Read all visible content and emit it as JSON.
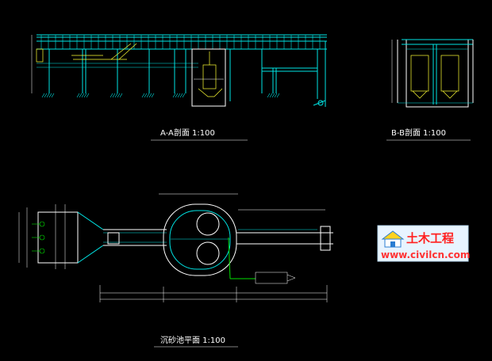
{
  "drawings": {
    "section_aa_title": "A-A剖面 1:100",
    "section_bb_title": "B-B剖面 1:100",
    "plan_title": "沉砂池平面 1:100"
  },
  "watermark": {
    "cn_text": "土木工程",
    "url": "www.civilcn.com"
  },
  "colors": {
    "background": "#000000",
    "cyan": "#00e5e5",
    "white": "#ffffff",
    "yellow": "#ffff33",
    "green": "#00e000",
    "watermark_bg": "#e8f4ff",
    "watermark_red": "#ff2020",
    "watermark_url": "#ff3333"
  }
}
